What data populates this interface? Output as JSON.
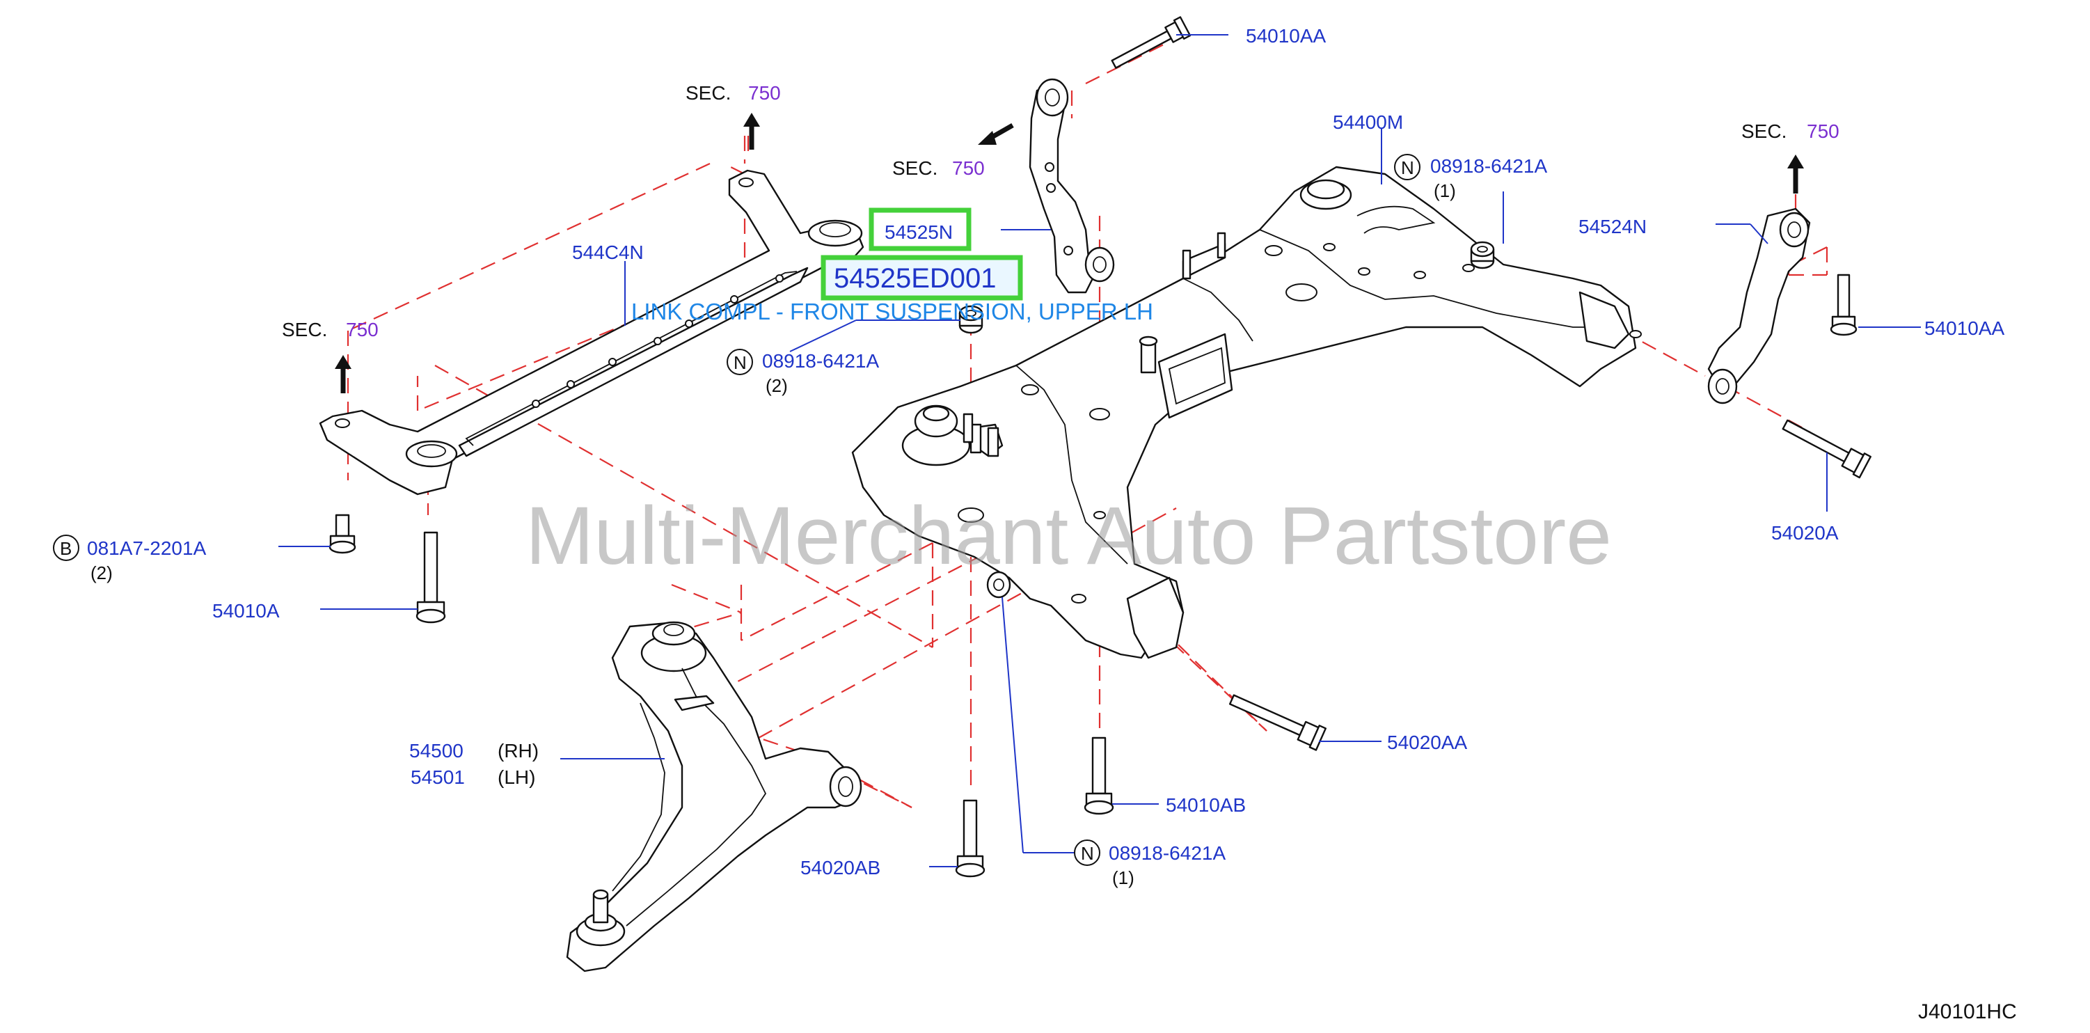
{
  "diagram_code": "J40101HC",
  "watermark": "Multi-Merchant Auto Partstore",
  "highlight": {
    "part": "54525N",
    "part_number": "54525ED001",
    "description": "LINK COMPL - FRONT SUSPENSION, UPPER LH"
  },
  "sections": {
    "sec_label": "SEC.",
    "sec_number": "750"
  },
  "labels": {
    "p_54010AA": "54010AA",
    "p_54400M": "54400M",
    "p_544C4N": "544C4N",
    "p_54524N": "54524N",
    "p_54010A": "54010A",
    "p_54500": "54500",
    "p_54501": "54501",
    "rh": "(RH)",
    "lh": "(LH)",
    "p_54020AA": "54020AA",
    "p_54010AB": "54010AB",
    "p_54020AB": "54020AB",
    "p_54020A": "54020A",
    "p_08918": "08918-6421A",
    "p_081A7": "081A7-2201A",
    "qty_1": "(1)",
    "qty_2": "(2)",
    "mark_n": "N",
    "mark_b": "B"
  }
}
